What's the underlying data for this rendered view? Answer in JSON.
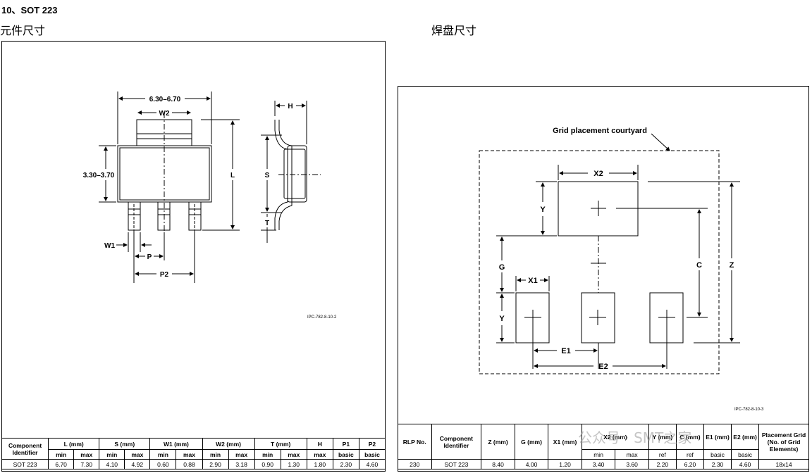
{
  "heading": "10、SOT 223",
  "left_subtitle": "元件尺寸",
  "right_subtitle": "焊盘尺寸",
  "component_drawing": {
    "dim_width": "6.30–6.70",
    "dim_body": "3.30–3.70",
    "label_w2": "W2",
    "label_w1": "W1",
    "label_p": "P",
    "label_p2": "P2",
    "label_l": "L",
    "label_s": "S",
    "label_t": "T",
    "label_h": "H",
    "figure_id": "IPC-782-8-10-2"
  },
  "land_pattern": {
    "courtyard_label": "Grid placement courtyard",
    "label_x2": "X2",
    "label_y_top": "Y",
    "label_g": "G",
    "label_x1": "X1",
    "label_y_bottom": "Y",
    "label_c": "C",
    "label_z": "Z",
    "label_e1": "E1",
    "label_e2": "E2",
    "figure_id": "IPC-782-8-10-3"
  },
  "component_table": {
    "h_component": "Component Identifier",
    "groups": [
      "L (mm)",
      "S (mm)",
      "W1 (mm)",
      "W2 (mm)",
      "T (mm)",
      "H",
      "P1",
      "P2"
    ],
    "subs": [
      "min",
      "max",
      "min",
      "max",
      "min",
      "max",
      "min",
      "max",
      "min",
      "max",
      "max",
      "basic",
      "basic"
    ],
    "row": [
      "SOT 223",
      "6.70",
      "7.30",
      "4.10",
      "4.92",
      "0.60",
      "0.88",
      "2.90",
      "3.18",
      "0.90",
      "1.30",
      "1.80",
      "2.30",
      "4.60"
    ]
  },
  "land_table": {
    "h_rlp": "RLP No.",
    "h_component": "Component Identifier",
    "h_z": "Z (mm)",
    "h_g": "G (mm)",
    "h_x1": "X1 (mm)",
    "h_x2": "X2 (mm)",
    "h_y": "Y (mm)",
    "h_c": "C (mm)",
    "h_e1": "E1 (mm)",
    "h_e2": "E2 (mm)",
    "h_placement": "Placement Grid (No. of Grid Elements)",
    "subs": [
      "min",
      "max",
      "ref",
      "ref",
      "basic",
      "basic"
    ],
    "row": [
      "230",
      "SOT 223",
      "8.40",
      "4.00",
      "1.20",
      "3.40",
      "3.60",
      "2.20",
      "6.20",
      "2.30",
      "4.60",
      "18x14"
    ]
  },
  "watermark": "公众号 · SMT之家"
}
